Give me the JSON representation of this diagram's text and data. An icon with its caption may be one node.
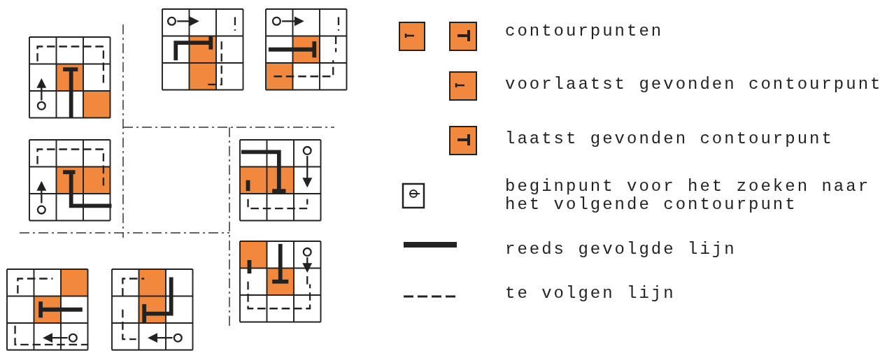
{
  "diagram": {
    "legend": [
      {
        "text": "contourpunten"
      },
      {
        "text": "voorlaatst gevonden contourpunt"
      },
      {
        "text": "laatst gevonden contourpunt"
      },
      {
        "text": "beginpunt voor het zoeken naar het volgende contourpunt"
      },
      {
        "text": "reeds gevolgde lijn"
      },
      {
        "text": "te volgen lijn"
      }
    ]
  }
}
